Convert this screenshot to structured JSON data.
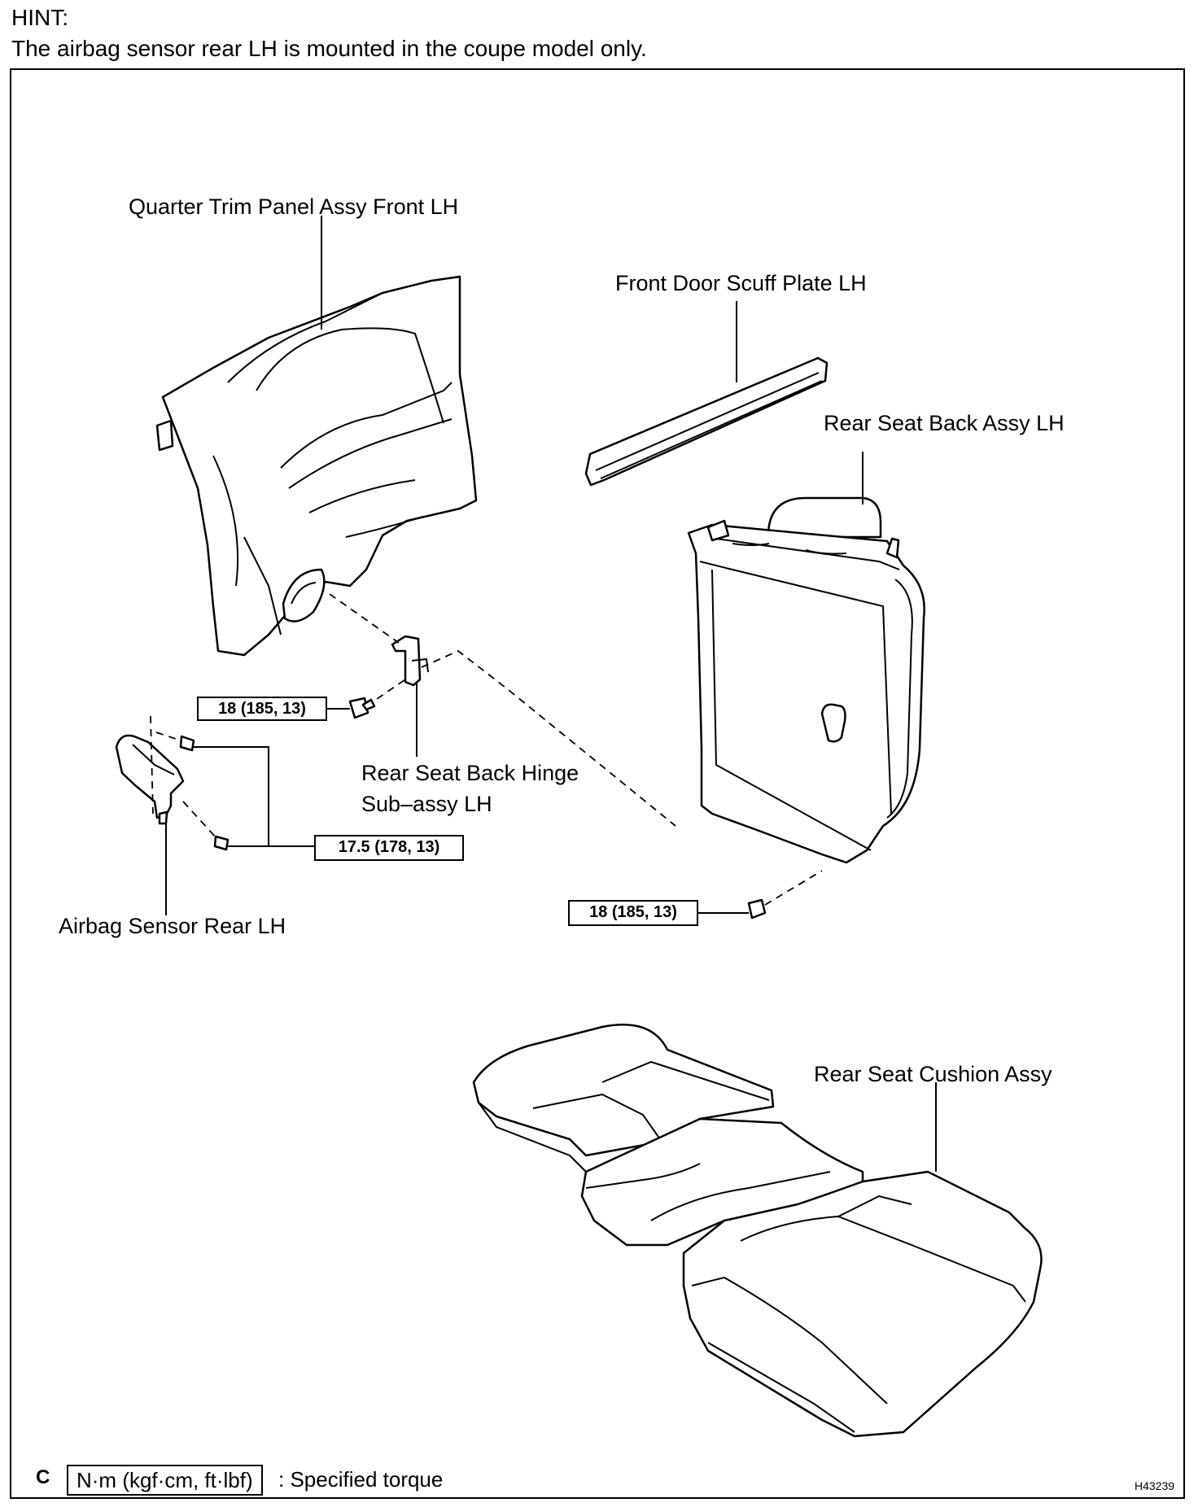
{
  "hint": {
    "title": "HINT:",
    "text": "The airbag sensor rear LH is mounted in the coupe model only."
  },
  "labels": {
    "quarter_trim": "Quarter Trim Panel Assy Front LH",
    "scuff_plate": "Front Door Scuff Plate LH",
    "seat_back": "Rear Seat Back Assy LH",
    "hinge_line1": "Rear Seat Back Hinge",
    "hinge_line2": "Sub–assy LH",
    "airbag_sensor": "Airbag Sensor Rear LH",
    "seat_cushion": "Rear Seat Cushion Assy"
  },
  "torque": {
    "hinge_bolt": "18 (185, 13)",
    "sensor_bolts": "17.5 (178, 13)",
    "seat_back_bolt": "18 (185, 13)"
  },
  "legend": {
    "corner_letter": "C",
    "unit_box": "N·m (kgf·cm, ft·lbf)",
    "unit_text": ": Specified torque"
  },
  "figure_id": "H43239"
}
